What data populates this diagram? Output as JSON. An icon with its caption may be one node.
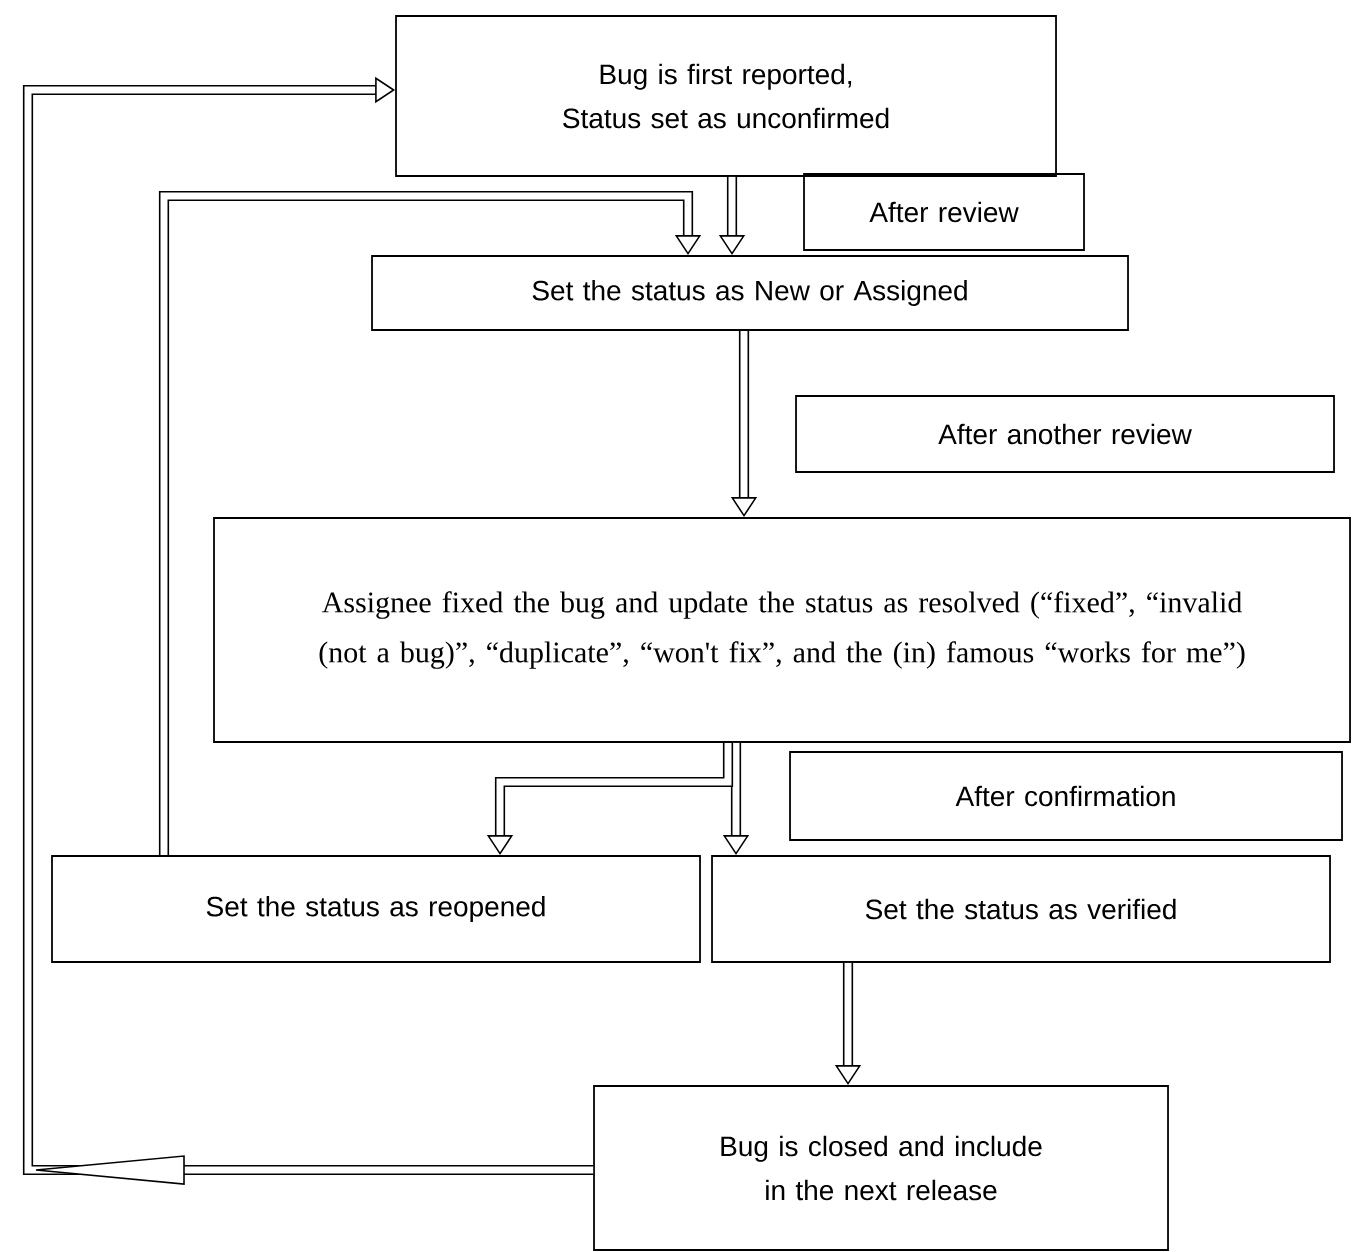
{
  "diagram": {
    "nodes": [
      {
        "text": [
          "Bug is first reported, Status set as unconfirmed"
        ]
      },
      {
        "text": [
          "After review"
        ]
      },
      {
        "text": [
          "Set the status as New or Assigned"
        ]
      },
      {
        "text": [
          "After another review"
        ]
      },
      {
        "text": [
          "Assignee fixed the bug and update the status as resolved (“fixed”, “invalid (not a bug)”, “duplicate”, “won't fix”, and the (in) famous “works for me”)"
        ]
      },
      {
        "text": [
          "After confirmation"
        ]
      },
      {
        "text": [
          "Set the status as reopened"
        ]
      },
      {
        "text": [
          "Set the status as verified"
        ]
      },
      {
        "text": [
          "Bug is closed and include in the next release"
        ]
      }
    ],
    "edges": [
      {
        "from": 0,
        "to": 2,
        "arrow": "to"
      },
      {
        "from": 2,
        "to": 4,
        "arrow": "to"
      },
      {
        "from": 4,
        "to": 7,
        "arrow": "to"
      },
      {
        "from": 4,
        "to": 6,
        "arrow": "to"
      },
      {
        "from": 7,
        "to": 8,
        "arrow": "to"
      },
      {
        "from": 6,
        "to": 2,
        "arrow": "to"
      },
      {
        "from": 8,
        "to": 0,
        "arrow": "to"
      }
    ]
  }
}
